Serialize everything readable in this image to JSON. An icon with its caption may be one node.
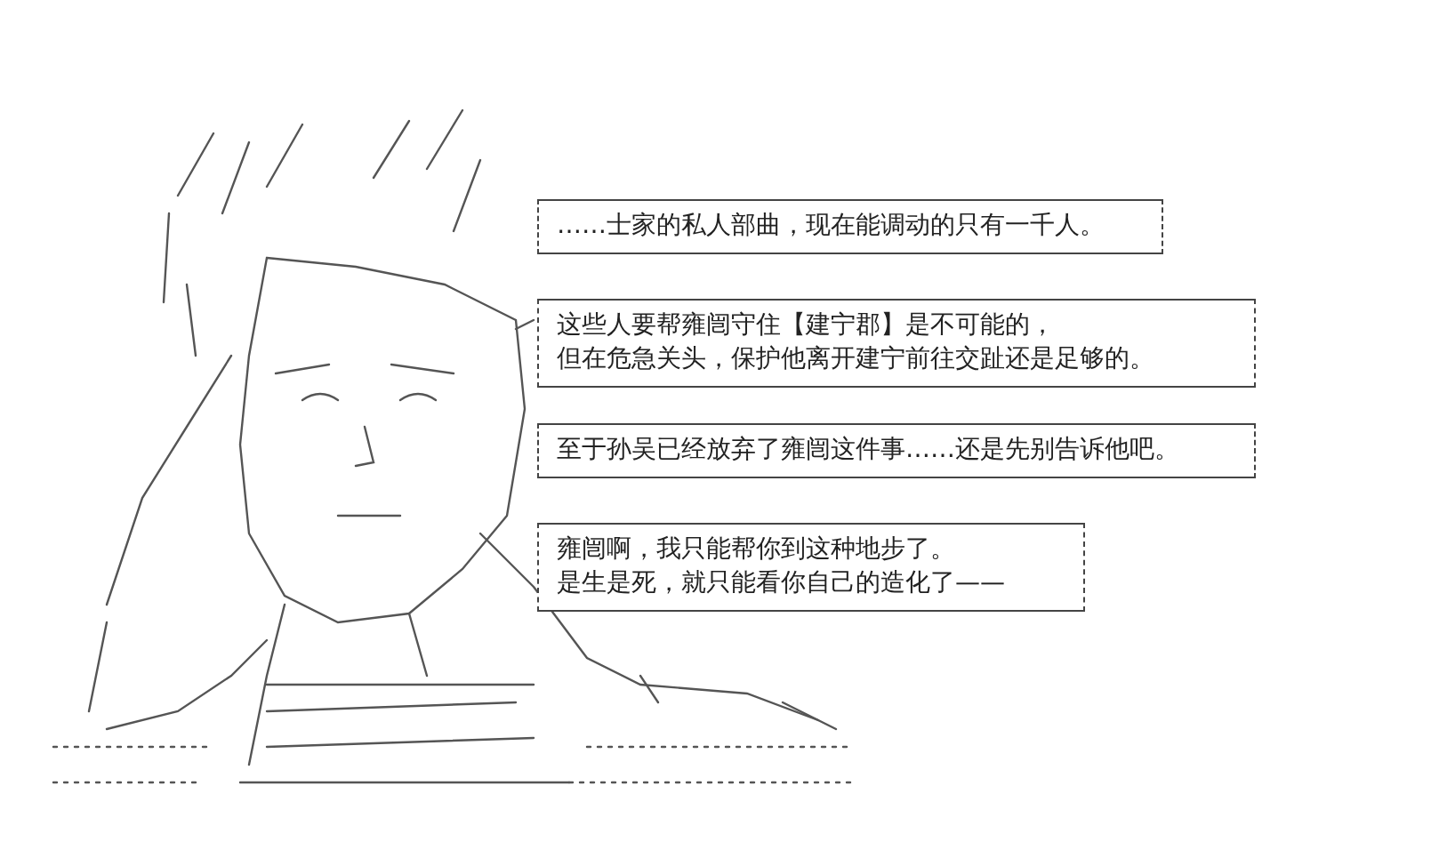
{
  "diagram": {
    "nodes": [
      {
        "text": [
          "……士家的私人部曲，现在能调动的只有一千人。"
        ]
      },
      {
        "text": [
          "这些人要帮雍闿守住【建宁郡】是不可能的，",
          "但在危急关头，保护他离开建宁前往交趾还是足够的。"
        ]
      },
      {
        "text": [
          "至于孙吴已经放弃了雍闿这件事……还是先别告诉他吧。"
        ]
      },
      {
        "text": [
          "雍闿啊，我只能帮你到这种地步了。",
          "是生是死，就只能看你自己的造化了——"
        ]
      }
    ]
  }
}
